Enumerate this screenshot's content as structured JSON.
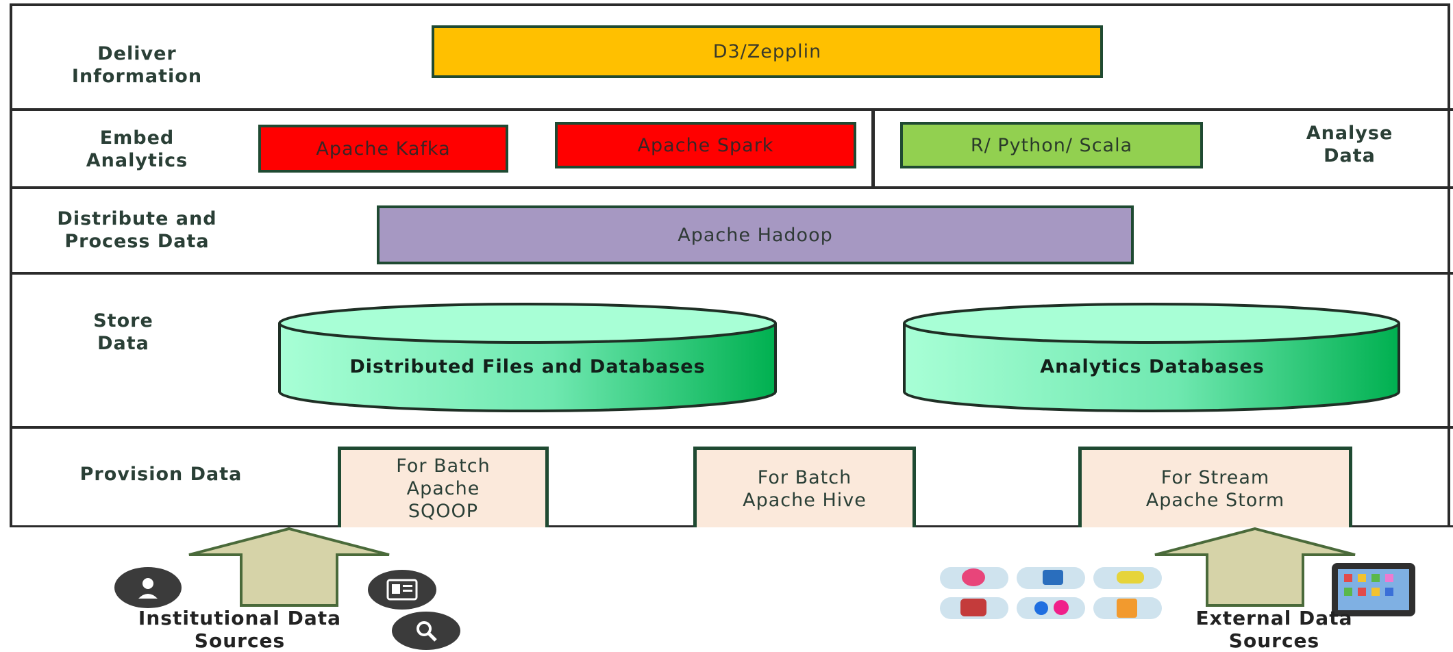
{
  "layers": {
    "deliver": {
      "label": "Deliver\nInformation",
      "tool": "D3/Zepplin",
      "tool_color": "#ffc000"
    },
    "embed": {
      "label": "Embed\nAnalytics",
      "tools": [
        "Apache Kafka",
        "Apache Spark"
      ],
      "tool_color": "#ff0000",
      "analyse_label": "Analyse\nData",
      "analyse_tool": "R/ Python/ Scala",
      "analyse_color": "#92d050"
    },
    "distribute": {
      "label": "Distribute and\nProcess Data",
      "tool": "Apache Hadoop",
      "tool_color": "#a698c2"
    },
    "store": {
      "label": "Store\nData",
      "stores": [
        "Distributed Files and Databases",
        "Analytics Databases"
      ],
      "colors": {
        "light": "#a8ffd6",
        "dark": "#00b050"
      }
    },
    "provision": {
      "label": "Provision Data",
      "tools": [
        "For Batch\nApache\nSQOOP",
        "For Batch\nApache Hive",
        "For Stream\nApache Storm"
      ],
      "tool_color": "#fbe9db"
    }
  },
  "sources": {
    "institutional": "Institutional Data\nSources",
    "external": "External Data\nSources",
    "arrow_color": "#d6d3a8",
    "icons": [
      "user-icon",
      "id-card-icon",
      "search-icon",
      "social-media-cloud-icons",
      "tablet-icon"
    ]
  }
}
